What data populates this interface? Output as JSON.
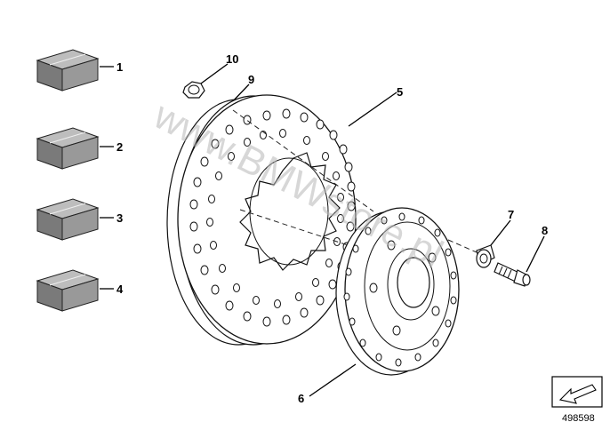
{
  "callouts": {
    "p1": "1",
    "p2": "2",
    "p3": "3",
    "p4": "4",
    "p5": "5",
    "p6": "6",
    "p7": "7",
    "p8": "8",
    "p9": "9",
    "p10": "10"
  },
  "catalog_number": "498598",
  "watermark": "www.BMWstore.pl",
  "colors": {
    "block_fill": "#8c8c8c",
    "line": "#000000",
    "watermark": "#b8b8b8"
  }
}
